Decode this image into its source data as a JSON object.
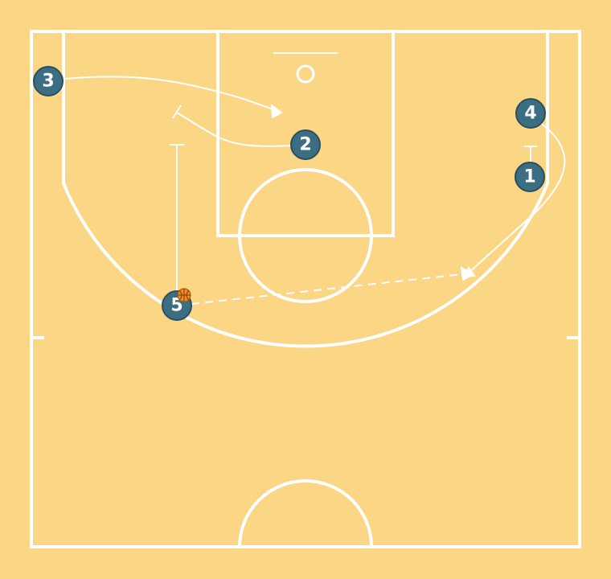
{
  "colors": {
    "court": "#fad685",
    "lines": "#ffffff",
    "player_fill": "#3b6e82",
    "player_stroke": "#2b4f5e",
    "ball": "#f08a24"
  },
  "players": [
    {
      "id": "p1",
      "label": "1"
    },
    {
      "id": "p2",
      "label": "2"
    },
    {
      "id": "p3",
      "label": "3"
    },
    {
      "id": "p4",
      "label": "4"
    },
    {
      "id": "p5",
      "label": "5",
      "has_ball": true
    }
  ],
  "actions": [
    {
      "type": "cut",
      "from": "3"
    },
    {
      "type": "screen",
      "from": "2"
    },
    {
      "type": "screen",
      "from": "5"
    },
    {
      "type": "screen",
      "from": "1"
    },
    {
      "type": "cut",
      "from": "4"
    },
    {
      "type": "pass",
      "from": "5"
    }
  ]
}
